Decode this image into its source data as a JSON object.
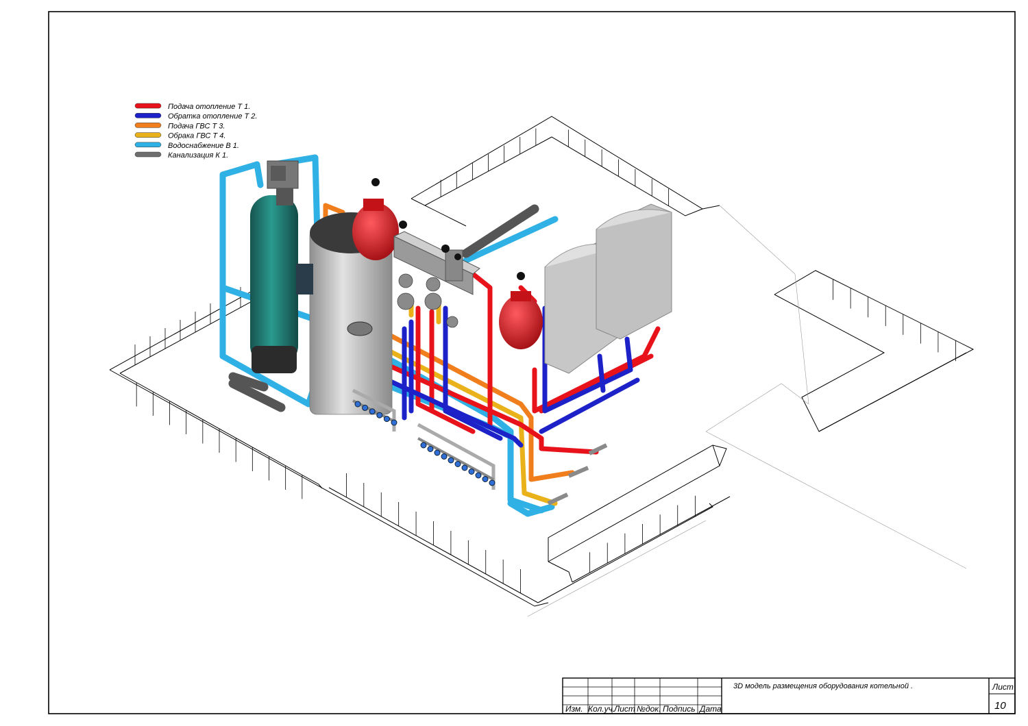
{
  "legend": {
    "items": [
      {
        "label": "Подача отопление Т 1.",
        "color": "#e8121b"
      },
      {
        "label": "Обратка отопление Т 2.",
        "color": "#1c22c8"
      },
      {
        "label": "Подача ГВС  Т 3.",
        "color": "#f07e1c"
      },
      {
        "label": "Обрака ГВС  Т 4.",
        "color": "#eab21a"
      },
      {
        "label": "Водоснабжение В 1.",
        "color": "#2fb1e6"
      },
      {
        "label": "Канализация К 1.",
        "color": "#6e6e6e"
      }
    ]
  },
  "title_block": {
    "columns": [
      "Изм.",
      "Кол.уч.",
      "Лист",
      "№док.",
      "Подпись",
      "Дата"
    ],
    "title": "3D  модель размещения оборудования котельной .",
    "sheet_label": "Лист",
    "sheet_number": "10"
  },
  "colors": {
    "heating_supply": "#e8121b",
    "heating_return": "#1c22c8",
    "dhw_supply": "#f07e1c",
    "dhw_return": "#eab21a",
    "water_supply": "#2fb1e6",
    "sewer": "#6e6e6e",
    "tank": "#1f7b73",
    "boiler": "#c7c7c7",
    "expansion_vessel": "#d4141a"
  }
}
